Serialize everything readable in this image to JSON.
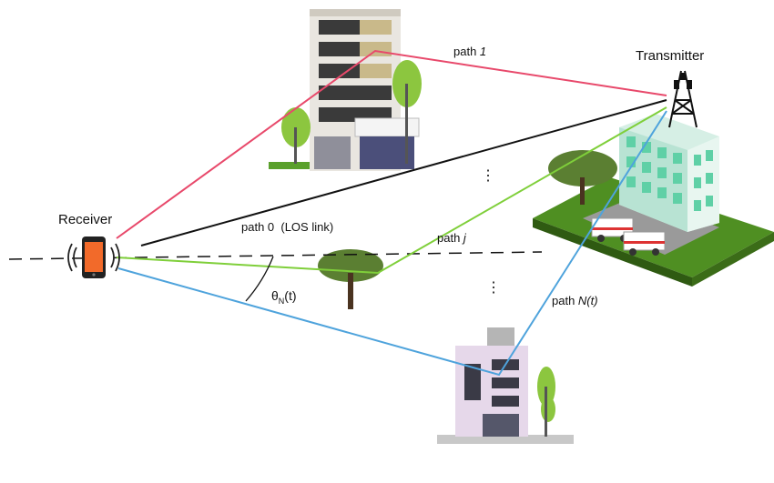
{
  "labels": {
    "receiver": "Receiver",
    "transmitter": "Transmitter",
    "path0": "path 0  (LOS link)",
    "path1_prefix": "path ",
    "path1_index": "1",
    "pathj_prefix": "path ",
    "pathj_index": "j",
    "pathN_prefix": "path ",
    "pathN_index": "N(t)",
    "angle_theta": "θ",
    "angle_sub": "N",
    "angle_suffix": "(t)",
    "dots": "⋮"
  },
  "colors": {
    "path0": "#111111",
    "path1": "#e8496b",
    "pathj": "#7fcf3a",
    "pathN": "#4ea3dc",
    "phone": "#f26a2a",
    "grass": "#5f9a2e",
    "building_glass": "#7fd9b8",
    "tree": "#5b7f32"
  }
}
